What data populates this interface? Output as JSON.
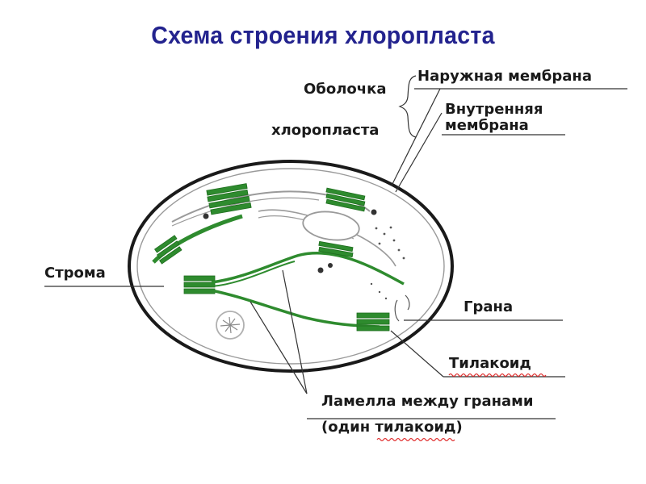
{
  "title": "Схема строения хлоропласта",
  "labels": {
    "envelope_line1": "Оболочка",
    "envelope_line2": "хлоропласта",
    "outer_membrane": "Наружная мембрана",
    "inner_membrane_line1": "Внутренняя",
    "inner_membrane_line2": "мембрана",
    "stroma": "Строма",
    "granum": "Грана",
    "thylakoid": "Тилакоид",
    "lamella_line1": "Ламелла между гранами",
    "lamella_line2": "(один тилакоид)"
  },
  "colors": {
    "title": "#23238e",
    "membrane": "#1a1a1a",
    "thylakoid": "#1f8c1f",
    "inner_membrane": "#aaaaaa",
    "spellcheck_underline": "#e03030"
  }
}
